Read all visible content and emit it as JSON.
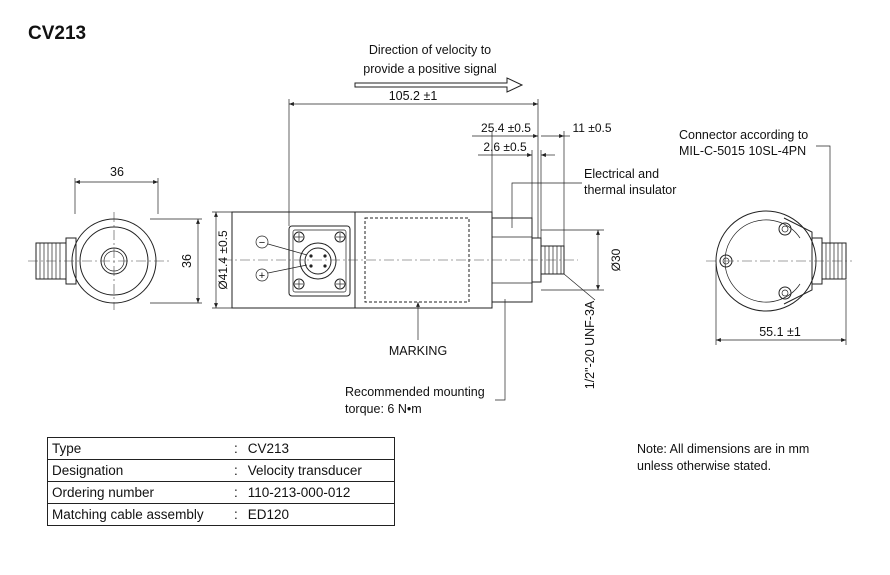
{
  "title": "CV213",
  "labels": {
    "direction_line1": "Direction of velocity to",
    "direction_line2": "provide a positive signal",
    "dim_length": "105.2 ±1",
    "dim_254": "25.4 ±0.5",
    "dim_11": "11 ±0.5",
    "dim_26": "2.6 ±0.5",
    "dim_36_top": "36",
    "dim_36_side": "36",
    "dim_414": "Ø41.4 ±0.5",
    "dim_30": "Ø30",
    "dim_551": "55.1 ±1",
    "thread": "1/2\"-20 UNF-3A",
    "marking": "MARKING",
    "insulator_line1": "Electrical and",
    "insulator_line2": "thermal insulator",
    "connector_line1": "Connector according to",
    "connector_line2": "MIL-C-5015 10SL-4PN",
    "torque_line1": "Recommended mounting",
    "torque_line2": "torque: 6 N•m",
    "pin_plus": "+",
    "pin_minus": "−"
  },
  "spec_table": [
    {
      "key": "Type",
      "value": "CV213"
    },
    {
      "key": "Designation",
      "value": "Velocity transducer"
    },
    {
      "key": "Ordering number",
      "value": "110-213-000-012"
    },
    {
      "key": "Matching cable assembly",
      "value": "ED120"
    }
  ],
  "separator": ":",
  "note_line1": "Note: All dimensions are in mm",
  "note_line2": "unless otherwise stated."
}
